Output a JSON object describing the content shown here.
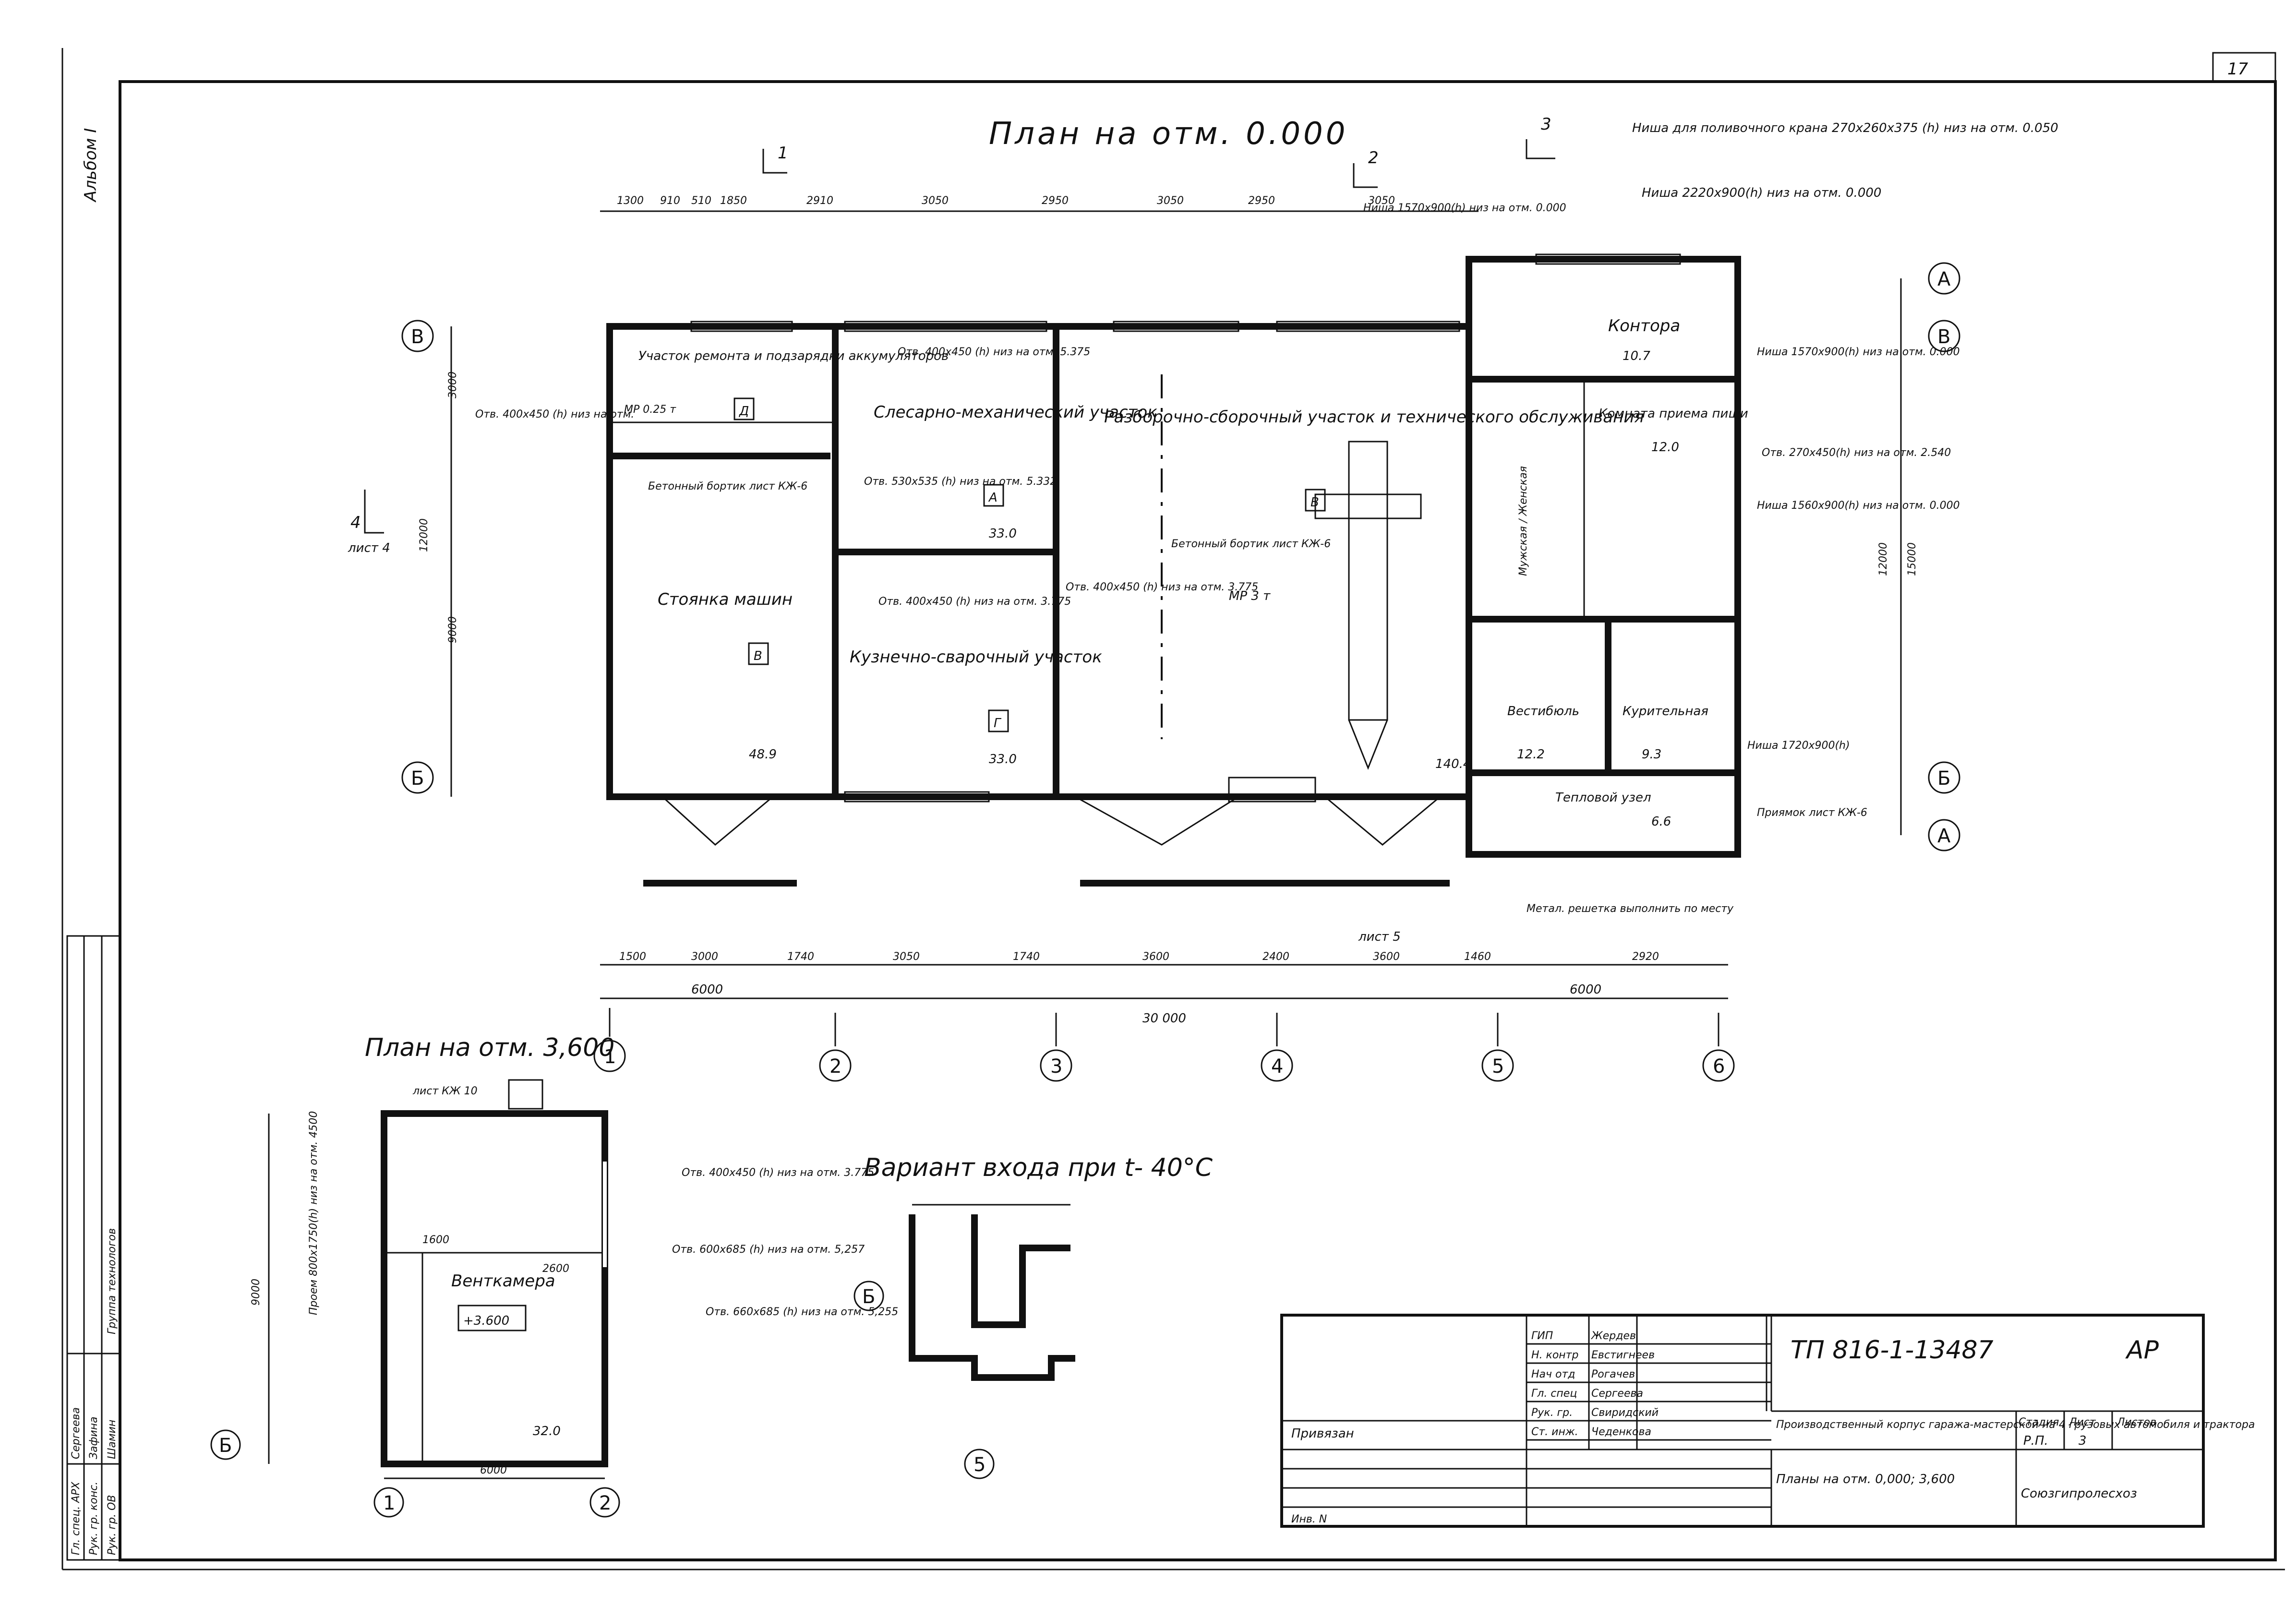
{
  "sheet": {
    "sheet_number": "17",
    "album": "Альбом I",
    "code": "ТП 816-1-13487",
    "section": "АР",
    "ref_sheet_4": "лист 4",
    "ref_sheet_5": "лист 5"
  },
  "main_plan": {
    "title": "План на отм. 0.000",
    "axes_h": [
      "1",
      "2",
      "3",
      "4",
      "5",
      "6"
    ],
    "axes_v": [
      "В",
      "Б",
      "А"
    ],
    "rooms": [
      {
        "name": "Участок ремонта и подзарядки аккумуляторов",
        "code": "Д"
      },
      {
        "name": "Слесарно-механический участок",
        "code": "А"
      },
      {
        "name": "Разборочно-сборочный участок и технического обслуживания",
        "code": "В"
      },
      {
        "name": "Стоянка машин",
        "code": "В"
      },
      {
        "name": "Кузнечно-сварочный участок",
        "code": "Г"
      },
      {
        "name": "Контора",
        "area": "10.7"
      },
      {
        "name": "Комната приема пищи",
        "area": "12.0"
      },
      {
        "name": "Вестибюль",
        "area": "12.2"
      },
      {
        "name": "Курительная",
        "area": "9.3"
      },
      {
        "name": "Тепловой узел",
        "area": "6.6"
      }
    ],
    "notes": [
      "Ниша для поливочного крана 270x260x375 (h) низ на отм. 0.050",
      "Ниша 2220x900(h) низ на отм. 0.000",
      "Ниша 1570x900(h) низ на отм. 0.000",
      "Ниша 1570x900(h) низ на отм. 0.000",
      "Отв. 270x450(h) низ на отм. 2.540",
      "Ниша 1560x900(h) низ на отм. 0.000",
      "Ниша 1720x900(h)",
      "Приямок лист КЖ-6",
      "Метал. решетка выполнить по месту",
      "Отв. 400x450 (h) низ на отм. 5.375",
      "Отв. 400x450 (h) низ на отм.",
      "Отв. 530x535 (h) низ на отм. 5.332",
      "Отв. 400x450 (h) низ на отм. 3.775",
      "Отв. 400x450 (h) низ на отм. 3.775",
      "Бетонный бортик лист КЖ-6",
      "Бетонный бортик лист КЖ-6",
      "МР 0.25 т",
      "МР 3 т",
      "Мужская / Женская"
    ],
    "areas": [
      "48.9",
      "33.0",
      "33.0",
      "140.4"
    ],
    "dims_top": [
      "1300",
      "910",
      "510",
      "1850",
      "2910",
      "3050",
      "2950",
      "3050",
      "2950",
      "3050"
    ],
    "dims_bottom": [
      "1500",
      "3000",
      "1740",
      "3050",
      "1740",
      "3600",
      "2400",
      "3600",
      "1460",
      "2920"
    ],
    "dims_overall": [
      "6000",
      "30 000",
      "6000"
    ],
    "dims_left": [
      "3000",
      "9000",
      "12000"
    ],
    "dims_right": [
      "15000",
      "12000"
    ]
  },
  "upper_plan": {
    "title": "План на отм. 3,600",
    "room": "Венткамера",
    "elevation": "+3.600",
    "area": "32.0",
    "notes": [
      "Отв. 400x450 (h) низ на отм. 3.775",
      "Отв. 600x685 (h) низ на отм. 5,257",
      "Отв. 660x685 (h) низ на отм. 5,255",
      "Проем 800x1750(h) низ на отм. 4500",
      "лист КЖ 10"
    ],
    "dims": [
      "6000",
      "9000",
      "2600",
      "1600"
    ]
  },
  "variant": {
    "title": "Вариант входа при t- 40°С"
  },
  "title_block": {
    "roles": [
      "ГИП",
      "Н. контр",
      "Нач отд",
      "Гл. спец",
      "Рук. гр.",
      "Ст. инж."
    ],
    "names": [
      "Жердев",
      "Евстигнеев",
      "Рогачев",
      "Сергеева",
      "Свиридский",
      "Чеденкова"
    ],
    "bound_label": "Привязан",
    "inv_label": "Инв. N",
    "description": "Производственный корпус гаража-мастерской на 4 грузовых автомобиля и трактора",
    "drawing_title": "Планы на отм. 0,000; 3,600",
    "stage_header": "Стадия",
    "sheet_header": "Лист",
    "sheets_header": "Листов",
    "stage": "Р.П.",
    "sheet": "3",
    "org": "Союзгипролесхоз"
  },
  "side_stamp": {
    "rows": [
      "Гл. спец. АРХ",
      "Рук. гр. конс.",
      "Рук. гр. ОВ"
    ],
    "names": [
      "Сергеева",
      "Зафина",
      "Шамин"
    ],
    "group": "Группа технологов"
  }
}
